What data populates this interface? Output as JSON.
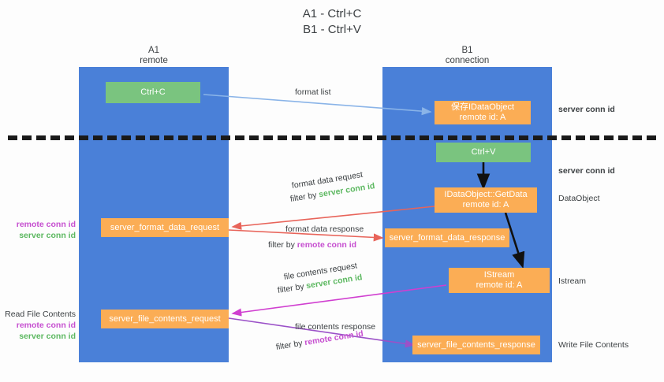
{
  "title": {
    "line1": "A1 - Ctrl+C",
    "line2": "B1 - Ctrl+V"
  },
  "lanes": [
    {
      "name": "A1",
      "sub": "remote"
    },
    {
      "name": "B1",
      "sub": "connection"
    }
  ],
  "colors": {
    "lane": "#4a80d8",
    "orange": "#fbad55",
    "green_box": "#7ac47f",
    "green_text": "#5cb860",
    "purple_text": "#c64fd0",
    "arrow_blue": "#8ab4e8",
    "arrow_red": "#e8645a",
    "arrow_magenta": "#d03fd0",
    "arrow_purple": "#9b51c8",
    "arrow_black": "#111111",
    "dashed": "#1a1a1a"
  },
  "boxes": {
    "ctrl_c": {
      "line1": "Ctrl+C"
    },
    "ctrl_v": {
      "line1": "Ctrl+V"
    },
    "save_idataobject": {
      "line1": "保存IDataObject",
      "line2": "remote id: A"
    },
    "getdata": {
      "line1": "IDataObject::GetData",
      "line2": "remote id: A"
    },
    "istream": {
      "line1": "IStream",
      "line2": "remote id: A"
    },
    "server_format_data_request": {
      "line1": "server_format_data_request"
    },
    "server_format_data_response": {
      "line1": "server_format_data_response"
    },
    "server_file_contents_request": {
      "line1": "server_file_contents_request"
    },
    "server_file_contents_response": {
      "line1": "server_file_contents_response"
    }
  },
  "edges": {
    "format_list": {
      "text": "format list"
    },
    "format_data_request": {
      "line1": "format data request",
      "filter_prefix": "filter by ",
      "filter_value": "server conn id"
    },
    "format_data_response": {
      "line1": "format data response",
      "filter_prefix": "filter by ",
      "filter_value": "remote conn id"
    },
    "file_contents_request": {
      "line1": "file contents request",
      "filter_prefix": "filter by ",
      "filter_value": "server conn id"
    },
    "file_contents_response": {
      "line1": "file contents response",
      "filter_prefix": "filter by ",
      "filter_value": "remote conn id"
    }
  },
  "annotations": {
    "right_server_conn_top": "server conn id",
    "right_server_conn_mid": "server conn id",
    "right_dataobject": "DataObject",
    "right_istream": "Istream",
    "right_write_file_contents": "Write File Contents",
    "left_mid": {
      "remote": "remote conn id",
      "server": "server conn id"
    },
    "left_low": {
      "heading": "Read File Contents",
      "remote": "remote conn id",
      "server": "server conn id"
    }
  }
}
